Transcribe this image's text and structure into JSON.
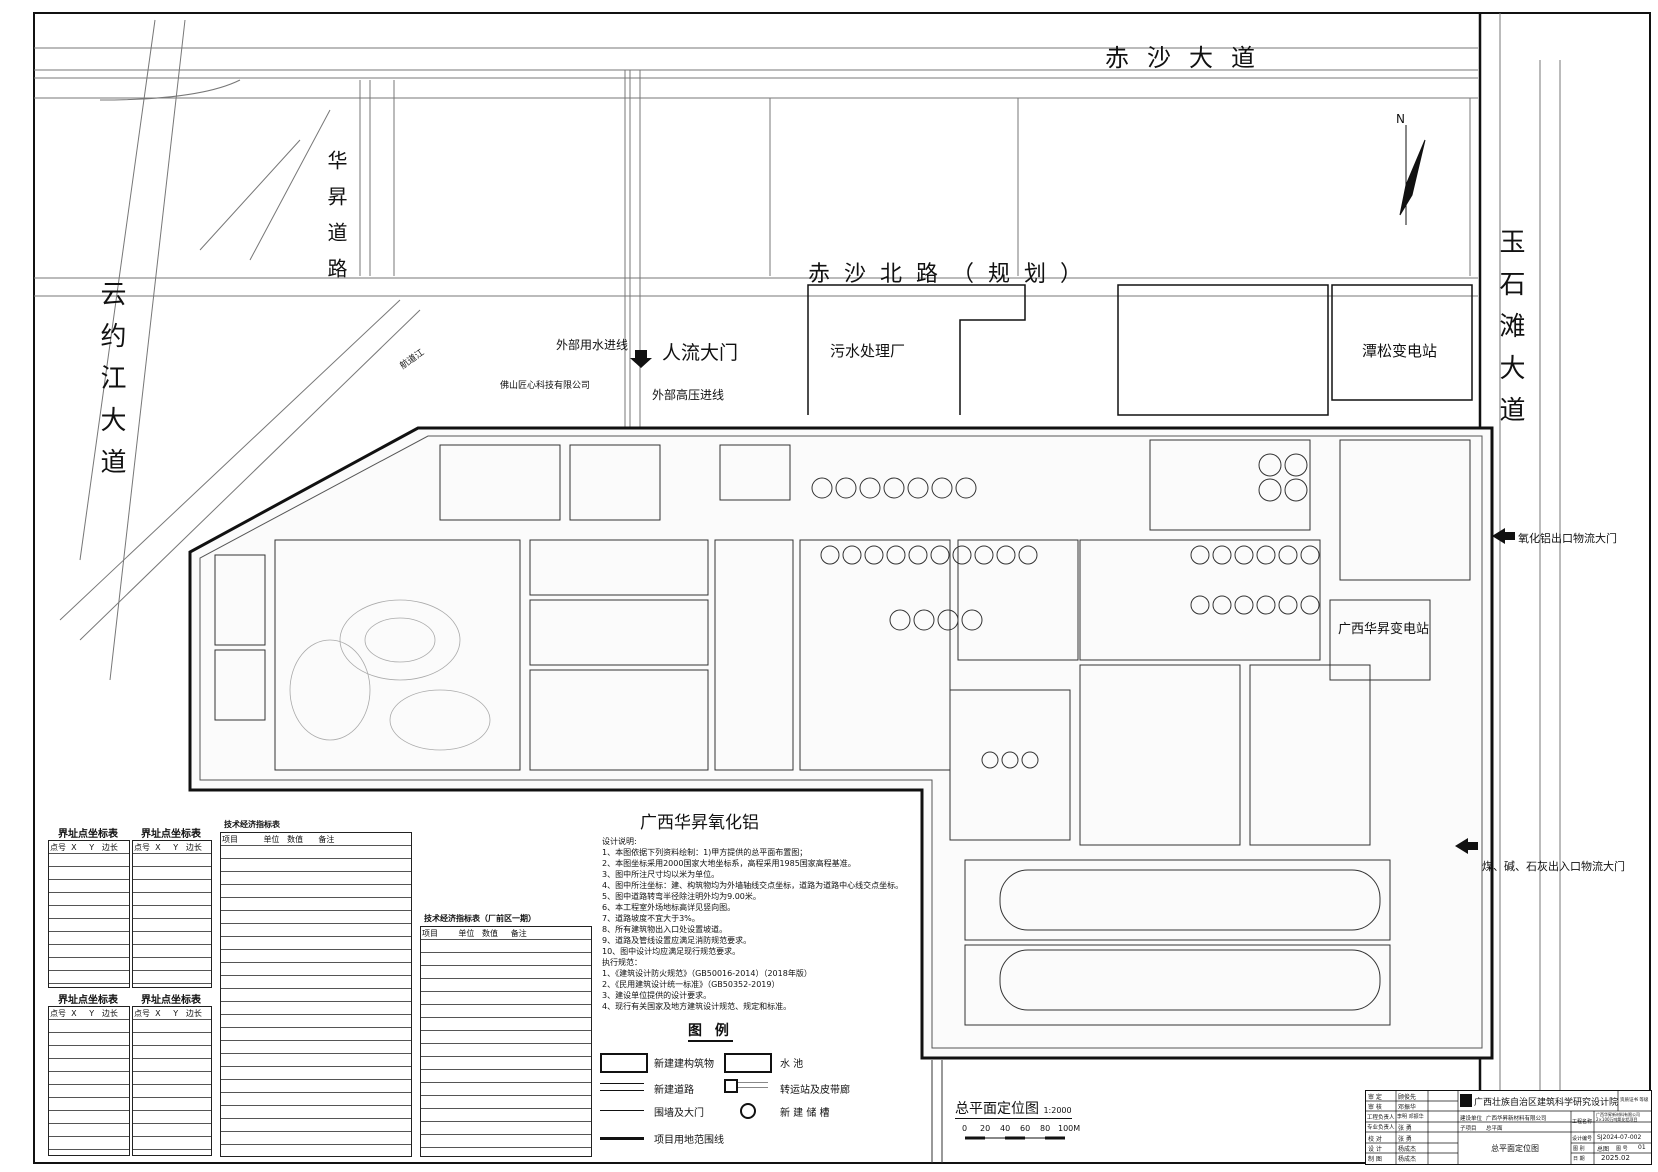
{
  "roads": {
    "chisha_avenue": "赤沙大道",
    "huasheng_road": "华昇道路",
    "yunyuejiang_avenue": "云约江大道",
    "chisha_north_road": "赤沙北路（规划）",
    "yushitan_avenue": "玉石滩大道"
  },
  "north_label": "N",
  "site_labels": {
    "people_gate": "人流大门",
    "water_inlet": "外部用水进线",
    "hv_inlet": "外部高压进线",
    "neighbor_company": "佛山匠心科技有限公司",
    "sewage_plant": "污水处理厂",
    "tansong_substation": "潭松变电站",
    "huasheng_substation": "广西华昇变电站",
    "alumina_gate": "氧化铝出口物流大门",
    "coal_gate": "煤、碱、石灰出入口物流大门",
    "river": "航道江"
  },
  "plan_title": "广西华昇氧化铝",
  "notes": {
    "heading": "设计说明:",
    "items": [
      "1、本图依据下列资料绘制：1)甲方提供的总平面布置图；",
      "2、本图坐标采用2000国家大地坐标系，高程采用1985国家高程基准。",
      "3、图中所注尺寸均以米为单位。",
      "4、图中所注坐标：建、构筑物均为外墙轴线交点坐标，道路为道路中心线交点坐标。",
      "5、图中道路转弯半径除注明外均为9.00米。",
      "6、本工程室外场地标高详见竖向图。",
      "7、道路坡度不宜大于3%。",
      "8、所有建筑物出入口处设置坡道。",
      "9、道路及管线设置应满足消防规范要求。",
      "10、图中设计均应满足现行规范要求。"
    ],
    "ref_heading": "执行规范：",
    "refs": [
      "1、《建筑设计防火规范》（GB50016-2014）（2018年版）",
      "2、《民用建筑设计统一标准》（GB50352-2019）",
      "3、建设单位提供的设计要求。",
      "4、现行有关国家及地方建筑设计规范、规定和标准。"
    ]
  },
  "legend": {
    "title": "图  例",
    "items": [
      {
        "label": "新建建构筑物"
      },
      {
        "label": "水    池"
      },
      {
        "label": "新建道路"
      },
      {
        "label": "转运站及皮带廊"
      },
      {
        "label": "围墙及大门"
      },
      {
        "label": "新 建 储 槽"
      },
      {
        "label": "项目用地范围线"
      }
    ]
  },
  "scale": {
    "title": "总平面定位图",
    "ratio": "1:2000",
    "ticks": [
      "0",
      "20",
      "40",
      "60",
      "80",
      "100M"
    ]
  },
  "tables": {
    "boundary_1": {
      "title": "界址点坐标表",
      "headers": [
        "点号",
        "X",
        "Y",
        "边长"
      ]
    },
    "boundary_2": {
      "title": "界址点坐标表",
      "headers": [
        "点号",
        "X",
        "Y",
        "边长"
      ]
    },
    "boundary_3": {
      "title": "界址点坐标表",
      "headers": [
        "点号",
        "X",
        "Y",
        "边长"
      ]
    },
    "boundary_4": {
      "title": "界址点坐标表",
      "headers": [
        "点号",
        "X",
        "Y",
        "边长"
      ]
    },
    "tech_1": {
      "title": "技术经济指标表",
      "headers": [
        "项目",
        "单位",
        "数值",
        "备注"
      ]
    },
    "tech_2": {
      "title": "技术经济指标表（厂前区一期）",
      "headers": [
        "项目",
        "单位",
        "数值",
        "备注"
      ]
    }
  },
  "title_block": {
    "institute": "广西壮族自治区建筑科学研究设计院",
    "qualification": "资质证书 等级",
    "roles": [
      "审  定",
      "审  核",
      "工程负责人",
      "专业负责人",
      "校  对",
      "设  计",
      "制  图"
    ],
    "names": [
      "顾俊先",
      "邓振华",
      "李明 邓振华",
      "张 勇",
      "张 勇",
      "杨成杰",
      "杨成杰"
    ],
    "client_label": "建设单位",
    "client": "广西华昇新材料有限公司",
    "subproject_label": "子项目",
    "subproject": "总平面",
    "project_label": "工程名称",
    "project": "广西华昇新材料有限公司2×100万吨氧化铝项目",
    "drawing_name": "总平面定位图",
    "design_no_label": "设计编号",
    "design_no": "SJ2024-07-002",
    "category_label": "图  别",
    "category": "总图",
    "sheet_label": "图  号",
    "sheet": "01",
    "date_label": "日  期",
    "date": "2025.02"
  }
}
